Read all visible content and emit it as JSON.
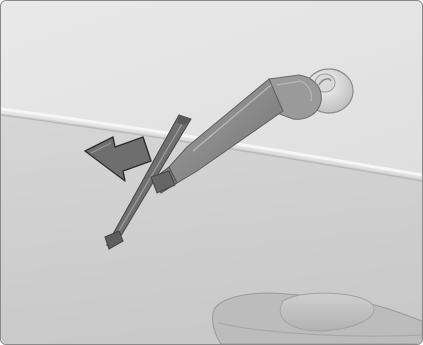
{
  "illustration": {
    "subject": "rear-wiper-blade-removal",
    "colors": {
      "panel_upper": "#e2e2e2",
      "panel_lower": "#cfcfcf",
      "crease_highlight": "#f4f4f4",
      "crease_shadow": "#b7b7b7",
      "wiper_arm": "#8e8e8e",
      "wiper_arm_dark": "#6f6f6f",
      "wiper_arm_light": "#a8a8a8",
      "blade": "#7d7d7d",
      "blade_dark": "#5c5c5c",
      "arrow_fill": "#707070",
      "arrow_edge": "#2e2e2e",
      "handle": "#c4c4c4",
      "handle_shadow": "#9c9c9c"
    },
    "parts": [
      {
        "name": "tailgate-panel"
      },
      {
        "name": "wiper-pivot-cap"
      },
      {
        "name": "wiper-arm"
      },
      {
        "name": "wiper-blade"
      },
      {
        "name": "removal-direction-arrow"
      },
      {
        "name": "door-handle"
      }
    ]
  }
}
